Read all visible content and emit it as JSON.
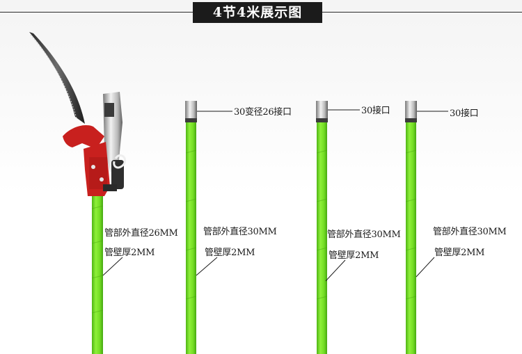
{
  "header": {
    "title": "4节4米展示图"
  },
  "poles": [
    {
      "joint": "",
      "diameter": "管部外直径26MM",
      "wall": "管壁厚2MM"
    },
    {
      "joint": "30变径26接口",
      "diameter": "管部外直径30MM",
      "wall": "管壁厚2MM"
    },
    {
      "joint": "30接口",
      "diameter": "管部外直径30MM",
      "wall": "管壁厚2MM"
    },
    {
      "joint": "30接口",
      "diameter": "管部外直径30MM",
      "wall": "管壁厚2MM"
    }
  ],
  "colors": {
    "pole": "#7fe52c",
    "pole_dark": "#5cc41a",
    "pruner_red": "#c8201e",
    "title_bg": "#1b1b1b"
  }
}
